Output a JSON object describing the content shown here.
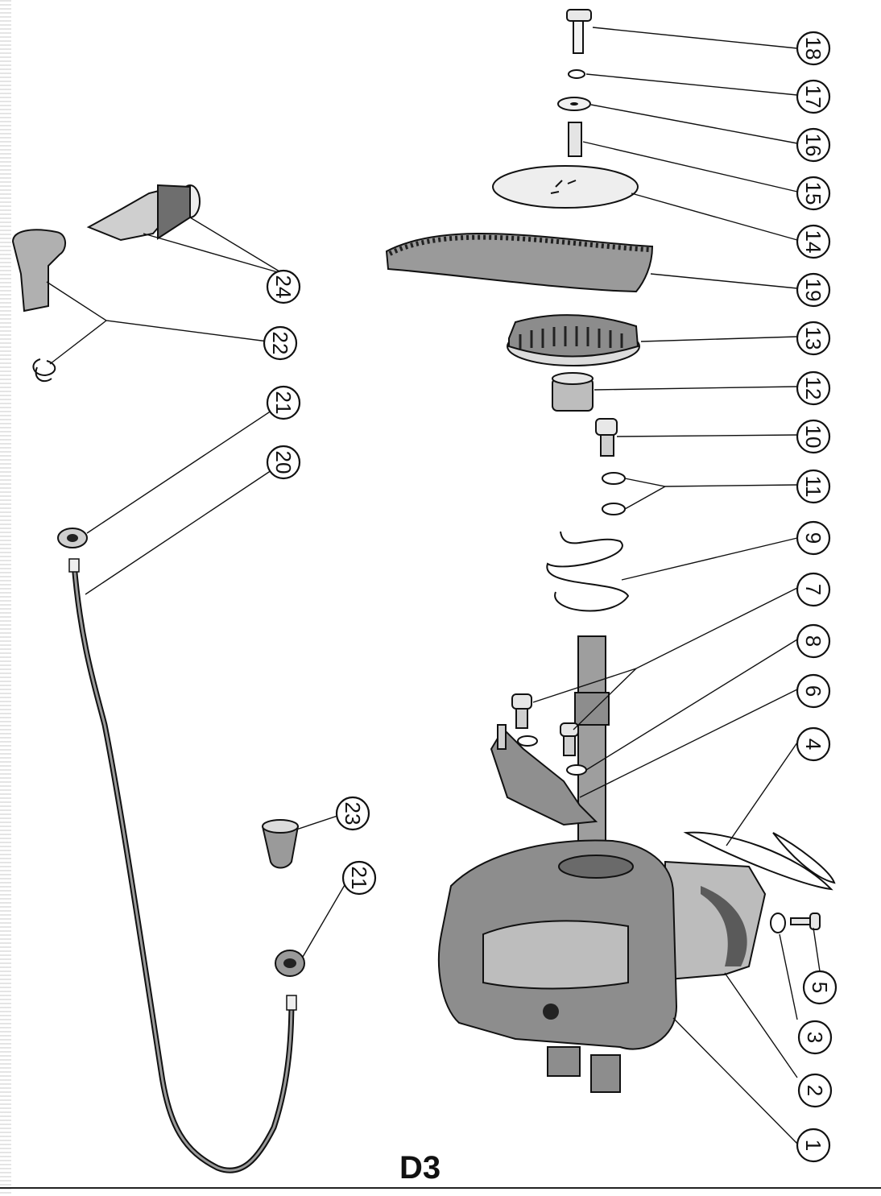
{
  "figure": {
    "label": "D3",
    "colors": {
      "ink": "#111111",
      "paper": "#ffffff",
      "shade": "#8a8a8a"
    }
  },
  "callouts": [
    {
      "id": "c18",
      "number": "18"
    },
    {
      "id": "c17",
      "number": "17"
    },
    {
      "id": "c16",
      "number": "16"
    },
    {
      "id": "c15",
      "number": "15"
    },
    {
      "id": "c14",
      "number": "14"
    },
    {
      "id": "c19",
      "number": "19"
    },
    {
      "id": "c13",
      "number": "13"
    },
    {
      "id": "c12",
      "number": "12"
    },
    {
      "id": "c10",
      "number": "10"
    },
    {
      "id": "c11",
      "number": "11"
    },
    {
      "id": "c9",
      "number": "9"
    },
    {
      "id": "c7",
      "number": "7"
    },
    {
      "id": "c8",
      "number": "8"
    },
    {
      "id": "c6",
      "number": "6"
    },
    {
      "id": "c4",
      "number": "4"
    },
    {
      "id": "c5",
      "number": "5"
    },
    {
      "id": "c3",
      "number": "3"
    },
    {
      "id": "c2",
      "number": "2"
    },
    {
      "id": "c1",
      "number": "1"
    },
    {
      "id": "c24",
      "number": "24"
    },
    {
      "id": "c22",
      "number": "22"
    },
    {
      "id": "c21a",
      "number": "21"
    },
    {
      "id": "c20",
      "number": "20"
    },
    {
      "id": "c23",
      "number": "23"
    },
    {
      "id": "c21b",
      "number": "21"
    }
  ]
}
